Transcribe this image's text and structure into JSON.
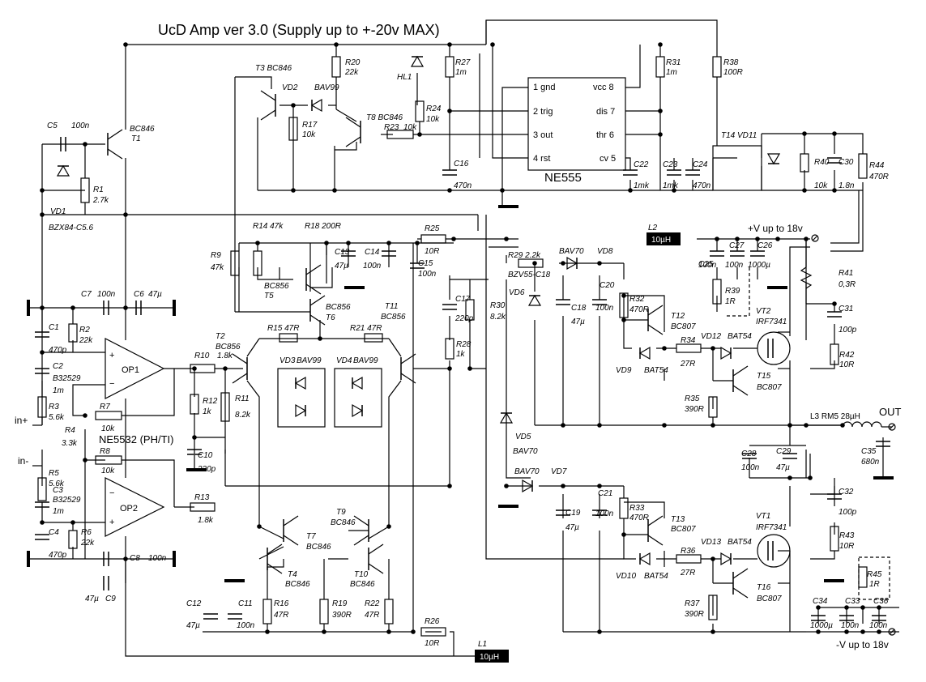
{
  "title": "UcD Amp ver 3.0 (Supply up to +-20v MAX)",
  "opamp_label": "NE5532 (PH/TI)",
  "ic": {
    "name": "NE555",
    "pins": [
      "1 gnd",
      "2 trig",
      "3 out",
      "4 rst",
      "vcc 8",
      "dis 7",
      "thr 6",
      "cv 5"
    ]
  },
  "opamps": [
    "OP1",
    "OP2"
  ],
  "inductors": {
    "L1": "10µH",
    "L2": "10µH",
    "L3": "L3  RM5 28µH"
  },
  "rails": {
    "pos": "+V up to 18v",
    "neg": "-V up to 18v",
    "out": "OUT",
    "in_plus": "in+",
    "in_minus": "in-"
  },
  "labels": {
    "C5": "C5",
    "C5v": "100n",
    "T1": "T1",
    "T1t": "BC846",
    "R1": "R1",
    "R1v": "2.7k",
    "VD1": "VD1",
    "VD1v": "BZX84-C5.6",
    "T3": "T3 BC846",
    "VD2": "VD2",
    "BAV99a": "BAV99",
    "R17": "R17",
    "R17v": "10k",
    "R20": "R20",
    "R20v": "22k",
    "HL1": "HL1",
    "R27": "R27",
    "R27v": "1m",
    "R24": "R24",
    "R24v": "10k",
    "T8": "T8 BC846",
    "R23": "R23",
    "R23v": "10k",
    "C16": "C16",
    "C16v": "470n",
    "R31": "R31",
    "R31v": "1m",
    "R38": "R38",
    "R38v": "100R",
    "C22": "C22",
    "C22v": "1mk",
    "C23": "C23",
    "C23v": "1mk",
    "C24": "C24",
    "C24v": "470n",
    "T14": "T14 VD11",
    "R40": "R40",
    "R40v": "10k",
    "C30": "C30",
    "C30v": "1.8n",
    "R44": "R44",
    "R44v": "470R",
    "R9": "R9",
    "R9v": "47k",
    "R14": "R14 47k",
    "R18": "R18 200R",
    "BC856a": "BC856",
    "T5": "T5",
    "C13": "C13",
    "C13v": "47µ",
    "C14": "C14",
    "C14v": "100n",
    "C15": "C15",
    "C15v": "100n",
    "R25": "R25",
    "R25v": "10R",
    "T6a": "BC856",
    "T6": "T6",
    "T11": "T11",
    "T11t": "BC856",
    "L2": "L2",
    "C7": "C7",
    "C7v": "100n",
    "C6": "C6",
    "C6v": "47µ",
    "C1": "C1",
    "C1v": "470p",
    "R2": "R2",
    "R2v": "22k",
    "C2": "C2",
    "C2v": "B32529",
    "C2v2": "1m",
    "R3": "R3",
    "R3v": "5.6k",
    "R7": "R7",
    "R7v": "10k",
    "R4": "R4",
    "R4v": "3.3k",
    "R8": "R8",
    "R8v": "10k",
    "R5": "R5",
    "R5v": "5.6k",
    "C3": "C3",
    "C3v": "B32529",
    "C3v2": "1m",
    "C4": "C4",
    "C4v": "470p",
    "R6": "R6",
    "R6v": "22k",
    "C8": "C8",
    "C8v": "100n",
    "C9": "C9",
    "C9v": "47µ",
    "T2": "T2",
    "T2t": "BC856",
    "R10": "R10",
    "R10v": "1.8k",
    "R12": "R12",
    "R12v": "1k",
    "R11": "R11",
    "R11v": "8.2k",
    "C10": "C10",
    "C10v": "220p",
    "R13": "R13",
    "R13v": "1.8k",
    "R15": "R15 47R",
    "R21": "R21 47R",
    "VD3": "VD3",
    "BAV99b": "BAV99",
    "VD4": "VD4",
    "BAV99c": "BAV99",
    "T9": "T9",
    "T9t": "BC846",
    "T7": "T7",
    "T7t": "BC846",
    "T4": "T4",
    "T4t": "BC846",
    "T10": "T10",
    "T10t": "BC846",
    "C12": "C12",
    "C12v": "47µ",
    "C11": "C11",
    "C11v": "100n",
    "R16": "R16",
    "R16v": "47R",
    "R19": "R19",
    "R19v": "390R",
    "R22": "R22",
    "R22v": "47R",
    "R26": "R26",
    "R26v": "10R",
    "L1": "L1",
    "C17": "C17",
    "C17v": "220p",
    "R30": "R30",
    "R30v": "8.2k",
    "R28": "R28",
    "R28v": "1k",
    "R29": "R29 2.2k",
    "BAV70a": "BAV70",
    "VD8": "VD8",
    "BZV": "BZV55-C18",
    "VD6": "VD6",
    "C18": "C18",
    "C18v": "47µ",
    "C20": "C20",
    "C20v": "100n",
    "R32": "R32",
    "R32v": "470R",
    "T12": "T12",
    "T12t": "BC807",
    "VD9": "VD9",
    "BAT54a": "BAT54",
    "R34": "R34",
    "R34v": "27R",
    "VD12": "VD12",
    "BAT54b": "BAT54",
    "T15": "T15",
    "T15t": "BC807",
    "R35": "R35",
    "R35v": "390R",
    "C25": "C25",
    "C25v": "100n",
    "C27": "C27",
    "C27v": "100n",
    "C26": "C26",
    "C26v": "1000µ",
    "R39": "R39",
    "R39v": "1R",
    "R41": "R41",
    "R41v": "0,3R",
    "C31": "C31",
    "C31v": "100p",
    "VT2": "VT2",
    "VT2t": "IRF7341",
    "R42": "R42",
    "R42v": "10R",
    "VD5": "VD5",
    "BAV70b": "BAV70",
    "BAV70c": "BAV70",
    "VD7": "VD7",
    "C19": "C19",
    "C19v": "47µ",
    "C21": "C21",
    "C21v": "100n",
    "R33": "R33",
    "R33v": "470R",
    "T13": "T13",
    "T13t": "BC807",
    "VD10": "VD10",
    "BAT54c": "BAT54",
    "R36": "R36",
    "R36v": "27R",
    "VD13": "VD13",
    "BAT54d": "BAT54",
    "T16": "T16",
    "T16t": "BC807",
    "R37": "R37",
    "R37v": "390R",
    "C28": "C28",
    "C28v": "100n",
    "C29": "C29",
    "C29v": "47µ",
    "C32": "C32",
    "C32v": "100p",
    "VT1": "VT1",
    "VT1t": "IRF7341",
    "R43": "R43",
    "R43v": "10R",
    "C35": "C35",
    "C35v": "680n",
    "R45": "R45",
    "R45v": "1R",
    "C34": "C34",
    "C34v": "1000µ",
    "C33": "C33",
    "C33v": "100n",
    "C36": "C36",
    "C36v": "100n"
  }
}
